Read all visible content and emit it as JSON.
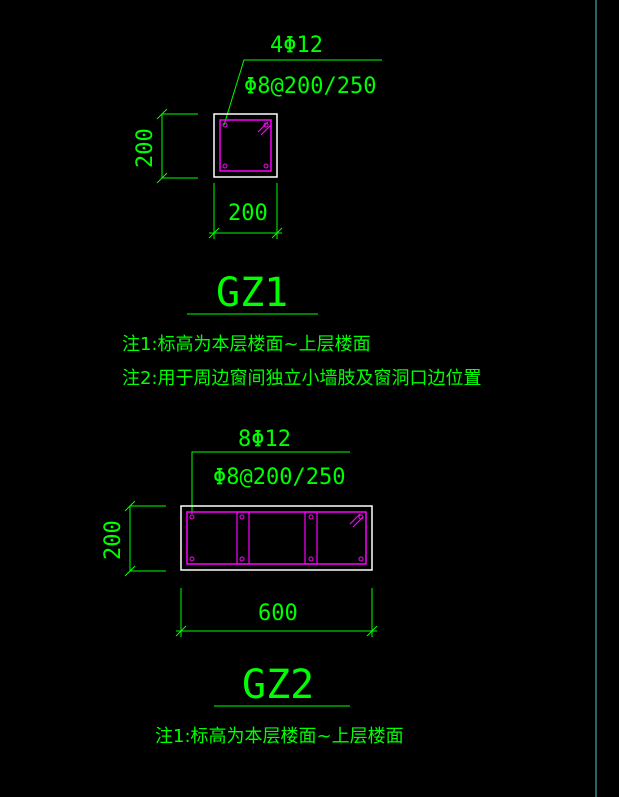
{
  "colors": {
    "background": "#000000",
    "annotation": "#00ff00",
    "outline": "#ffffff",
    "rebar": "#ff00ff",
    "border": "#4fc3c3"
  },
  "gz1": {
    "main_rebar": "4Φ12",
    "stirrup": "Φ8@200/250",
    "dim_height": "200",
    "dim_width": "200",
    "title": "GZ1",
    "note1": "注1:标高为本层楼面~上层楼面",
    "note2": "注2:用于周边窗间独立小墙肢及窗洞口边位置"
  },
  "gz2": {
    "main_rebar": "8Φ12",
    "stirrup": "Φ8@200/250",
    "dim_height": "200",
    "dim_width": "600",
    "title": "GZ2",
    "note1": "注1:标高为本层楼面~上层楼面"
  }
}
